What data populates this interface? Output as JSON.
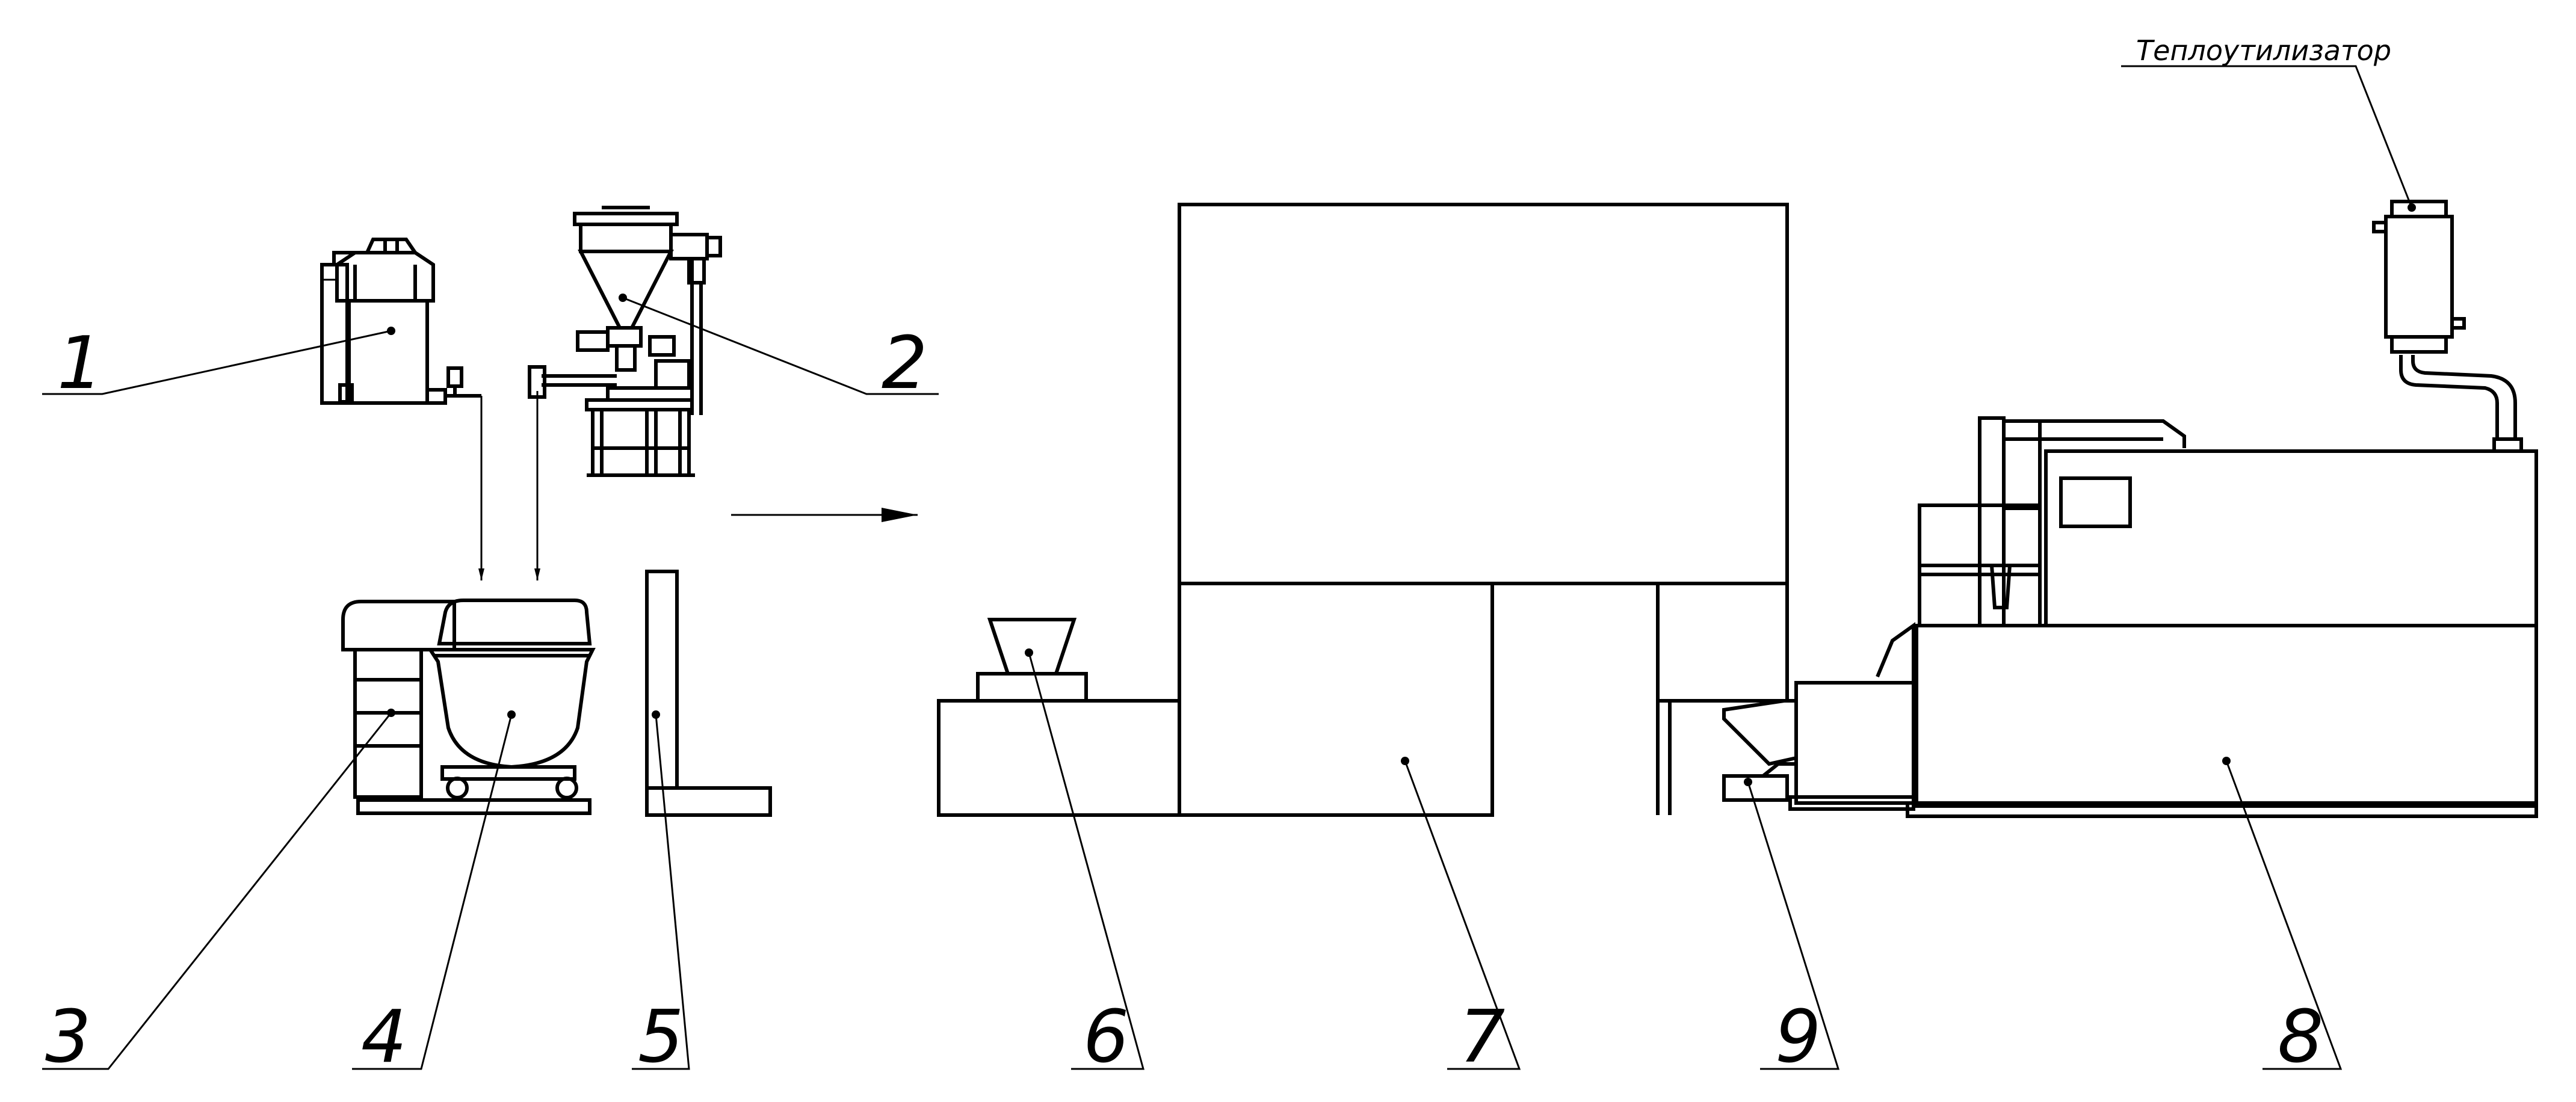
{
  "diagram": {
    "callouts": [
      {
        "id": "1",
        "label": "1"
      },
      {
        "id": "2",
        "label": "2"
      },
      {
        "id": "3",
        "label": "3"
      },
      {
        "id": "4",
        "label": "4"
      },
      {
        "id": "5",
        "label": "5"
      },
      {
        "id": "6",
        "label": "6"
      },
      {
        "id": "7",
        "label": "7"
      },
      {
        "id": "8",
        "label": "8"
      },
      {
        "id": "9",
        "label": "9"
      }
    ],
    "annotation": "Теплоутилизатор",
    "colors": {
      "line": "#000000",
      "background": "#ffffff"
    }
  }
}
